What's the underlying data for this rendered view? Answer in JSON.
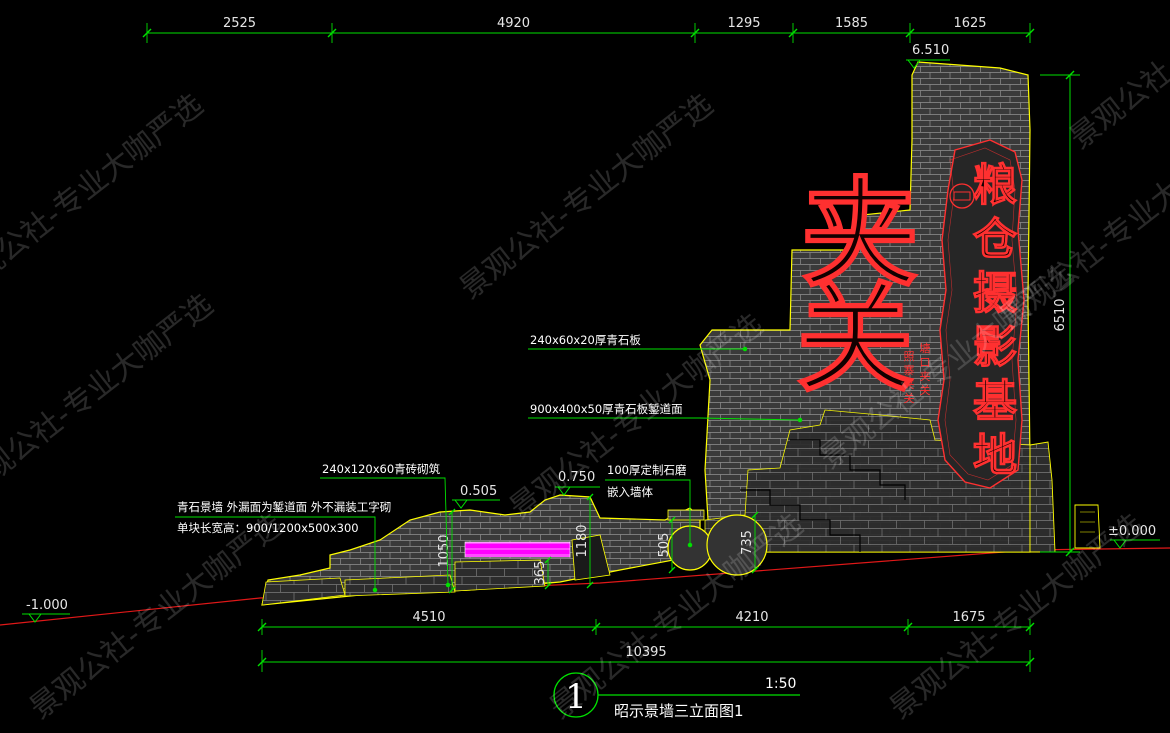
{
  "top_dimensions": [
    "2525",
    "4920",
    "1295",
    "1585",
    "1625"
  ],
  "bottom_dimensions": [
    "4510",
    "4210",
    "1675"
  ],
  "total_dimension": "10395",
  "right_dimension": "6510",
  "height_dimensions": [
    "1050",
    "1180",
    "505",
    "735",
    "365"
  ],
  "elevations": {
    "top": "6.510",
    "zero": "±0.000",
    "left": "-1.000",
    "low_wall": "0.505",
    "mid_wall": "0.750"
  },
  "annotations": {
    "slab": "240x60x20厚青石板",
    "paving": "900x400x50厚青石板錾道面",
    "brick": "240x120x60青砖砌筑",
    "stone": "100厚定制石磨",
    "stone2": "嵌入墙体",
    "wall1": "青石景墙 外漏面为錾道面 外不漏装工字砌",
    "wall2": "单块长宽高：900/1200x500x300"
  },
  "sign": {
    "big_chars": [
      "夹",
      "关"
    ],
    "plaque_chars": [
      "粮",
      "仓",
      "摄",
      "影",
      "基",
      "地"
    ],
    "small_col1": "塘口夹关",
    "small_col2": "照寨夹关"
  },
  "title": {
    "number": "1",
    "scale": "1:50",
    "name": "昭示景墙三立面图1"
  },
  "watermark": "景观公社-专业大咖严选",
  "colors": {
    "dim_line": "#00e000",
    "outline": "#ffff00",
    "brick_fill": "#3d3d3d",
    "brick_line": "#8a8a8a",
    "ground": "#e01818",
    "magenta": "#ff00ff",
    "sign_red": "#ff3030"
  }
}
